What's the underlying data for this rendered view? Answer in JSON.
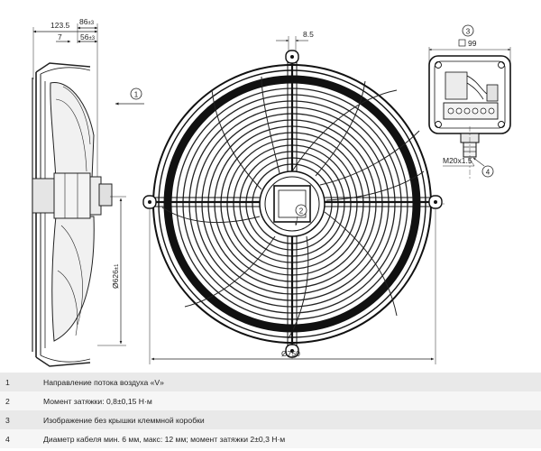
{
  "dimensions": {
    "side_total": "123.5",
    "side_gap": "7",
    "side_width": "86",
    "side_width_tol": "±3",
    "side_inner": "56",
    "side_inner_tol": "±3",
    "flange_diameter": "Ø626",
    "flange_diameter_tol": "±1",
    "top_offset": "8.5",
    "overall_diameter": "Ø750",
    "box_width": "99",
    "cable_gland": "M20x1.5"
  },
  "callouts": {
    "c1": "1",
    "c2": "2",
    "c3": "3",
    "c4": "4"
  },
  "legend": [
    {
      "num": "1",
      "text": "Направление потока воздуха «V»"
    },
    {
      "num": "2",
      "text": "Момент затяжки: 0,8±0,15 Н·м"
    },
    {
      "num": "3",
      "text": "Изображение без крышки клеммной коробки"
    },
    {
      "num": "4",
      "text": "Диаметр кабеля мин. 6 мм, макс: 12 мм; момент затяжки 2±0,3 Н·м"
    }
  ]
}
